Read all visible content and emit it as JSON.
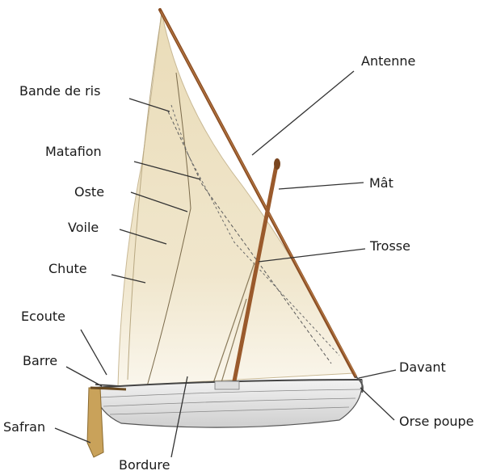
{
  "labels": {
    "bande_de_ris": "Bande de ris",
    "matafion": "Matafion",
    "oste": "Oste",
    "voile": "Voile",
    "chute": "Chute",
    "ecoute": "Ecoute",
    "barre": "Barre",
    "safran": "Safran",
    "bordure": "Bordure",
    "antenne": "Antenne",
    "mat": "Mât",
    "trosse": "Trosse",
    "davant": "Davant",
    "orse_poupe": "Orse poupe"
  },
  "colors": {
    "sail": "#efe4c8",
    "yard": "#8a4e24",
    "mast": "#9a5a2c",
    "rudder": "#c9a25a",
    "hull": "#e6e6e6",
    "leader": "#333333"
  }
}
